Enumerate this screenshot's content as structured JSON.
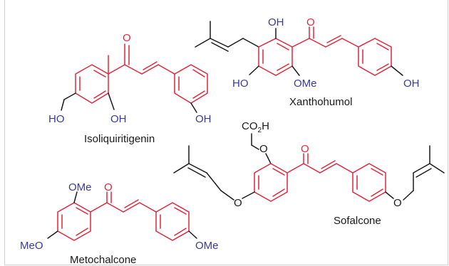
{
  "compounds": {
    "isoliquiritigenin": {
      "name": "Isoliquiritigenin",
      "carbonyl_o": "O",
      "oh_left": "HO",
      "oh_ortho": "OH",
      "oh_para": "OH"
    },
    "xanthohumol": {
      "name": "Xanthohumol",
      "carbonyl_o": "O",
      "oh_top": "OH",
      "oh_left": "HO",
      "ome": "OMe",
      "oh_para": "OH"
    },
    "sofalcone": {
      "name": "Sofalcone",
      "co2h_prefix": "CO",
      "co2h_sub": "2",
      "co2h_suffix": "H",
      "ether_o1": "O",
      "ether_o2": "O",
      "ether_o3": "O",
      "carbonyl_o": "O"
    },
    "metochalcone": {
      "name": "Metochalcone",
      "carbonyl_o": "O",
      "ome_top": "OMe",
      "ome_left": "MeO",
      "ome_para": "OMe"
    }
  },
  "colors": {
    "chalcone_core": "#e3263b",
    "substituent": "#1a1a1a",
    "heteroatom_label": "#3a3a9a",
    "frame": "#cfcfcf"
  }
}
